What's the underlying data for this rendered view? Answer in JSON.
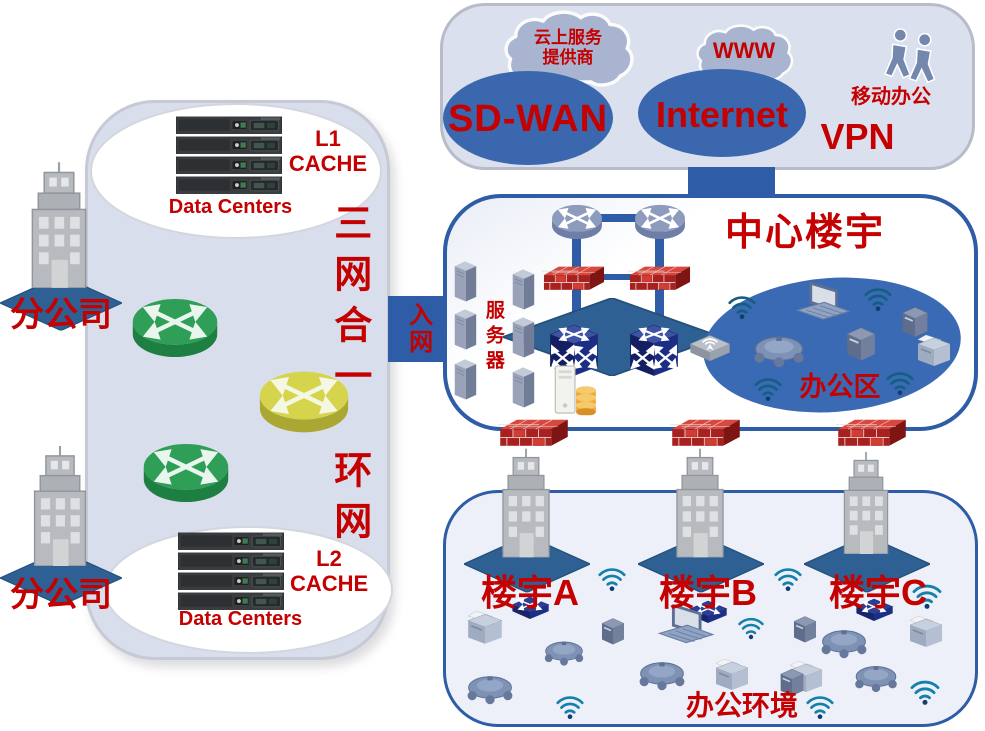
{
  "top_box": {
    "cloud_provider_line1": "云上服务",
    "cloud_provider_line2": "提供商",
    "sdwan_label": "SD-WAN",
    "www_label": "WWW",
    "internet_label": "Internet",
    "mobile_office_label": "移动办公",
    "vpn_label": "VPN"
  },
  "access_link": {
    "label": "入网"
  },
  "center_box": {
    "title": "中心楼宇",
    "servers_label": "服务器",
    "office_area_label": "办公区"
  },
  "bottom_box": {
    "building_a": "楼宇A",
    "building_b": "楼宇B",
    "building_c": "楼宇C",
    "label": "办公环境"
  },
  "left_box": {
    "ring_label_top": "三网合一",
    "ring_label_bottom": "环网",
    "l1_cache_line1": "L1",
    "l1_cache_line2": "CACHE",
    "l1_datacenters": "Data Centers",
    "l2_cache_line1": "L2",
    "l2_cache_line2": "CACHE",
    "l2_datacenters": "Data Centers"
  },
  "branches": {
    "top_label": "分公司",
    "bottom_label": "分公司"
  },
  "colors": {
    "accent_blue": "#2e5ca6",
    "ellipse_blue": "#3a67ae",
    "red_text": "#c40000",
    "firewall_red": "#a8211f",
    "router_green": "#2f9e57",
    "router_yellow": "#d6d44c",
    "platform_blue": "#2e6093",
    "wifi_teal": "#1480ab"
  }
}
